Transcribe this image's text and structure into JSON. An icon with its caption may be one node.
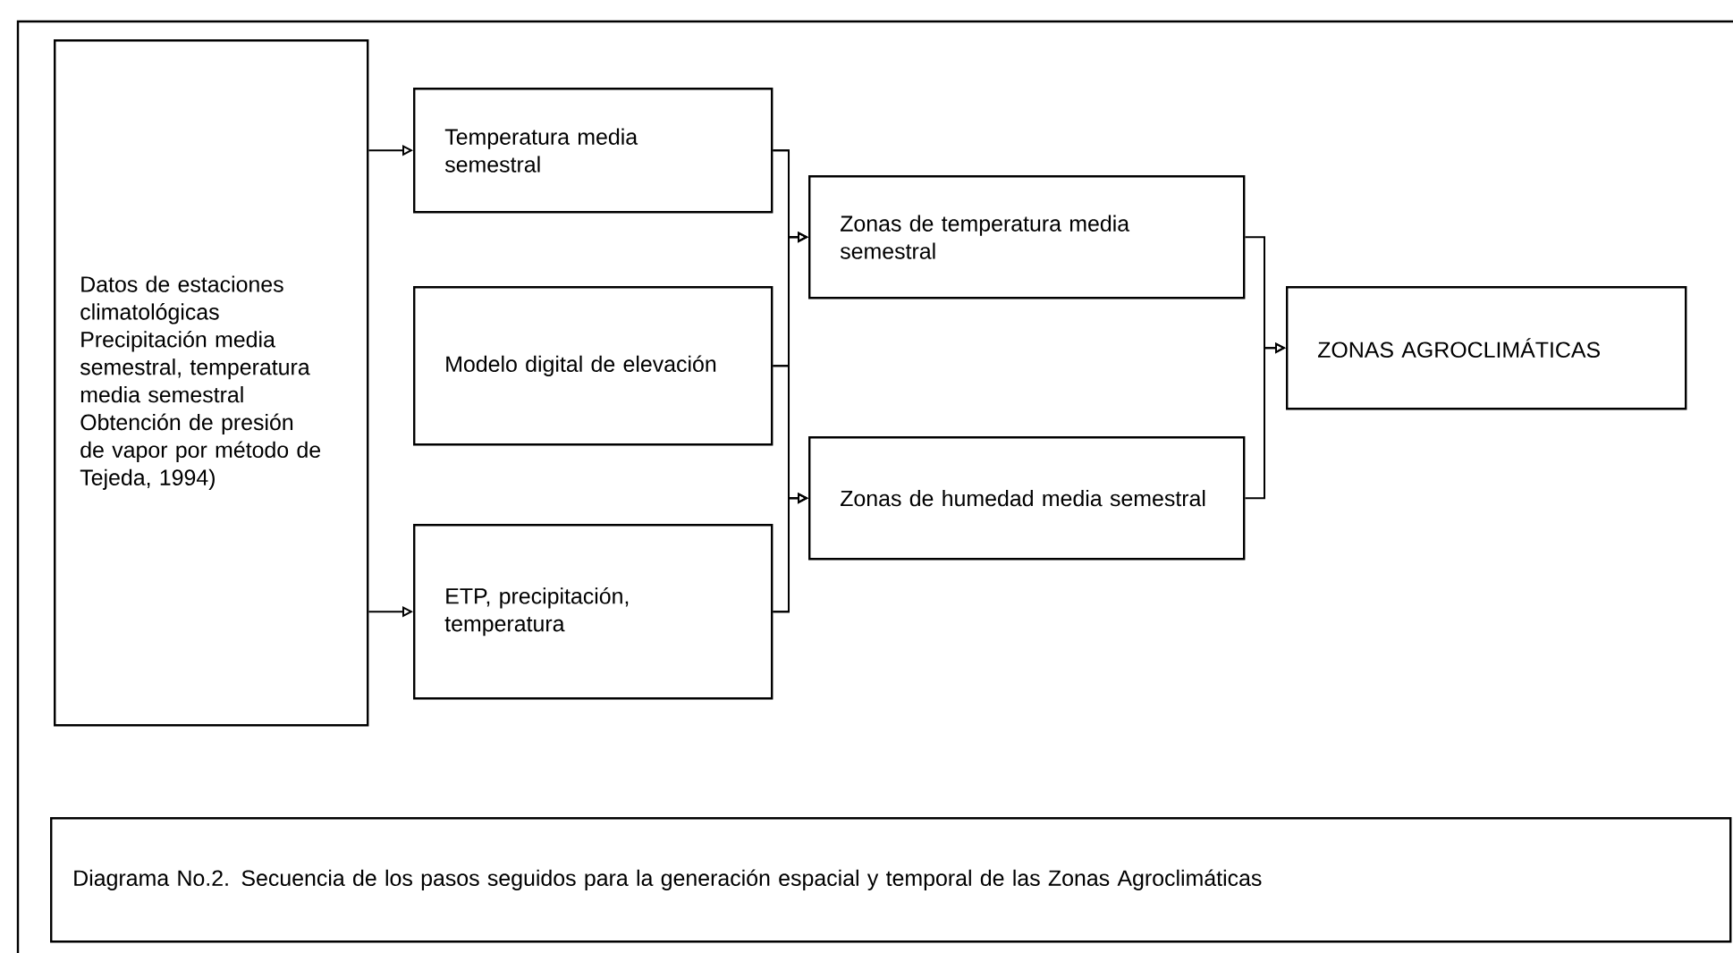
{
  "diagram": {
    "caption": "Diagrama No.2. Secuencia de los pasos seguidos para la generación espacial y temporal de las Zonas Agroclimáticas",
    "nodes": [
      {
        "text": [
          "Datos de estaciones climatológicas Precipitación media semestral, temperatura media semestral Obtención de presión de vapor por método de Tejeda, 1994)"
        ]
      },
      {
        "text": [
          "Temperatura media semestral"
        ]
      },
      {
        "text": [
          "Modelo digital de elevación"
        ]
      },
      {
        "text": [
          "ETP, precipitación, temperatura"
        ]
      },
      {
        "text": [
          "Zonas de temperatura media semestral"
        ]
      },
      {
        "text": [
          "Zonas de humedad media semestral"
        ]
      },
      {
        "text": [
          "ZONAS AGROCLIMÁTICAS"
        ]
      }
    ],
    "edges": [
      {
        "from": 0,
        "to": 1,
        "arrow": "to"
      },
      {
        "from": 0,
        "to": 3,
        "arrow": "to"
      },
      {
        "from": 1,
        "to": 4,
        "arrow": "to"
      },
      {
        "from": 2,
        "to": 4,
        "arrow": "to"
      },
      {
        "from": 3,
        "to": 4,
        "arrow": "to"
      },
      {
        "from": 1,
        "to": 5,
        "arrow": "to"
      },
      {
        "from": 2,
        "to": 5,
        "arrow": "to"
      },
      {
        "from": 3,
        "to": 5,
        "arrow": "to"
      },
      {
        "from": 4,
        "to": 6,
        "arrow": "to"
      },
      {
        "from": 5,
        "to": 6,
        "arrow": "to"
      }
    ]
  }
}
